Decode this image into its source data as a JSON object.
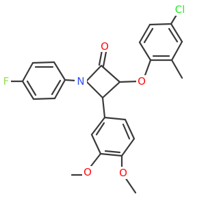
{
  "molecule": {
    "atom_labels": {
      "carbonyl_oxygen": "O",
      "ether_oxygen": "O",
      "nitrogen": "N",
      "fluorine": "F",
      "chlorine": "Cl",
      "methoxy_oxygen_1": "O",
      "methoxy_oxygen_2": "O"
    },
    "colors": {
      "bond": "#3a3a3a",
      "carbonyl_oxygen": "#ff0d0d",
      "ether_oxygen": "#ff0d0d",
      "nitrogen": "#3050f8",
      "fluorine": "#90e050",
      "chlorine": "#1ff01f",
      "methoxy_oxygen_1": "#ff0d0d",
      "methoxy_oxygen_2": "#ff0d0d"
    }
  }
}
